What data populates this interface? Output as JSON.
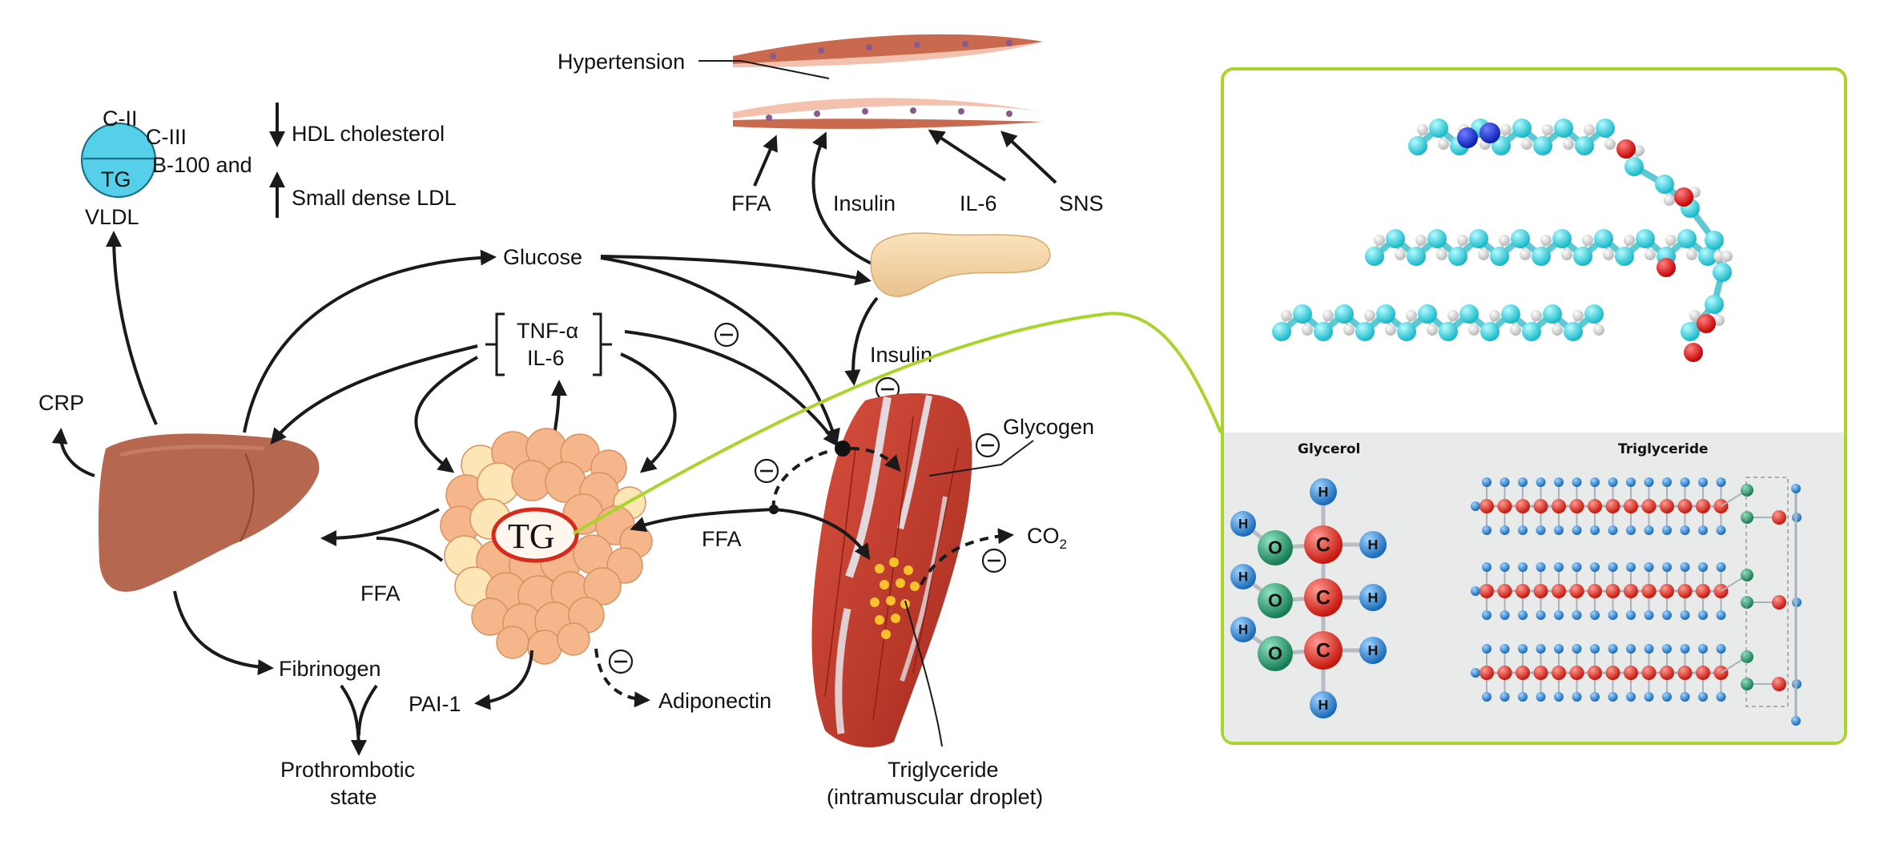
{
  "labels": {
    "hypertension": "Hypertension",
    "ffa_top": "FFA",
    "insulin_top": "Insulin",
    "il6_top": "IL-6",
    "sns": "SNS",
    "c2": "C-II",
    "c3": "C-III",
    "b100": "B-100 and",
    "tg_vldl": "TG",
    "vldl": "VLDL",
    "hdl": "HDL cholesterol",
    "ldl": "Small dense LDL",
    "glucose": "Glucose",
    "tnf": "TNF-α",
    "il6_mid": "IL-6",
    "crp": "CRP",
    "insulin_mid": "Insulin",
    "glycogen": "Glycogen",
    "tg_main": "TG",
    "ffa_mid": "FFA",
    "ffa_left": "FFA",
    "co2": "CO",
    "co2_sub": "2",
    "fibrinogen": "Fibrinogen",
    "pai1": "PAI-1",
    "adiponectin": "Adiponectin",
    "prothrombotic_1": "Prothrombotic",
    "prothrombotic_2": "state",
    "triglyceride_1": "Triglyceride",
    "triglyceride_2": "(intramuscular droplet)"
  },
  "inset": {
    "glycerol_title": "Glycerol",
    "triglyceride_title": "Triglyceride",
    "atom_h": "H",
    "atom_c": "C",
    "atom_o": "O"
  },
  "colors": {
    "accent_green": "#a9d42c",
    "vldl_blue": "#56cfe8",
    "liver": "#b5674f",
    "muscle": "#c0392b",
    "adipose": "#f0b07f",
    "tg_ring": "#d62a1c",
    "carbon_red": "#e23b2e",
    "hydrogen_blue": "#2a8fd6",
    "oxygen_green": "#1f9a6b",
    "panel_gray": "#e9eaea"
  }
}
